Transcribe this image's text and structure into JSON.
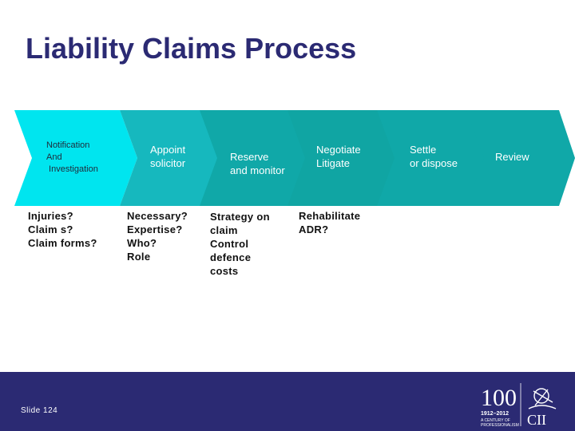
{
  "title": "Liability Claims Process",
  "steps": [
    {
      "lines": [
        "Notification",
        "And",
        " Investigation"
      ],
      "color": "#00e5ef"
    },
    {
      "lines": [
        "Appoint",
        "solicitor"
      ],
      "color": "#16b8be"
    },
    {
      "lines": [
        "Reserve",
        "and monitor"
      ],
      "color": "#10a8a8"
    },
    {
      "lines": [
        "Negotiate",
        "Litigate"
      ],
      "color": "#10a5a3"
    },
    {
      "lines": [
        "Settle",
        "or dispose"
      ],
      "color": "#10a8a8"
    },
    {
      "lines": [
        "Review"
      ],
      "color": "#10a8a8"
    }
  ],
  "questions": [
    {
      "lines": [
        "Injuries?",
        "Claim s?",
        "Claim forms?"
      ]
    },
    {
      "lines": [
        "Necessary?",
        "Expertise?",
        "Who?",
        "Role"
      ]
    },
    {
      "lines": [
        "Strategy on",
        "claim",
        "Control",
        "defence",
        "costs"
      ]
    },
    {
      "lines": [
        "Rehabilitate",
        "ADR?"
      ]
    }
  ],
  "footer": {
    "slide_number": "Slide 124",
    "logo": {
      "years": "1912–2012",
      "tagline_1": "A CENTURY OF",
      "tagline_2": "PROFESSIONALISM",
      "brand": "CII",
      "centenary": "100"
    }
  }
}
